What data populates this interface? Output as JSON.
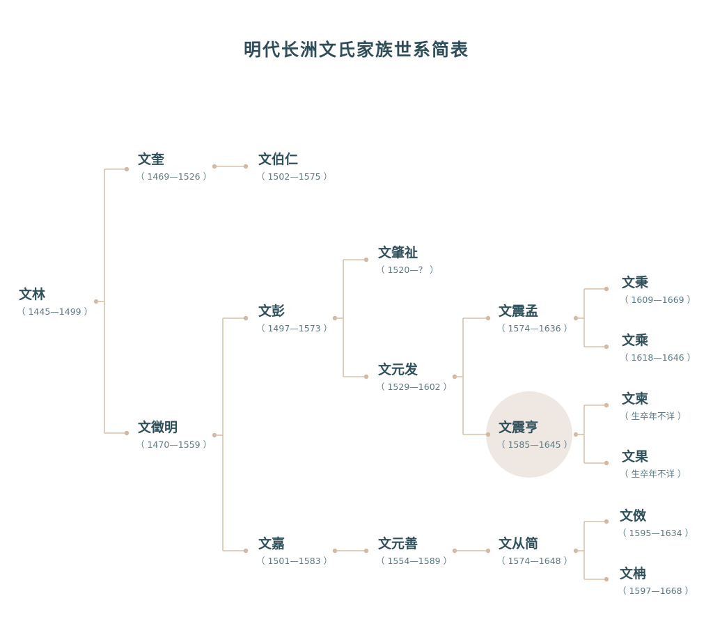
{
  "title": "明代长洲文氏家族世系简表",
  "colors": {
    "line": "#d8c1ab",
    "dot": "#d2b9a3",
    "highlight": "#efe8e2",
    "name": "#2f4f5a",
    "dates": "#5b7884"
  },
  "nodes": [
    {
      "id": "wenlin",
      "name": "文林",
      "dates": "（ 1445—1499 ）"
    },
    {
      "id": "wenkui",
      "name": "文奎",
      "dates": "（ 1469—1526 ）"
    },
    {
      "id": "wenboren",
      "name": "文伯仁",
      "dates": "（ 1502—1575 ）"
    },
    {
      "id": "wenzhengming",
      "name": "文徵明",
      "dates": "（ 1470—1559 ）"
    },
    {
      "id": "wenpeng",
      "name": "文彭",
      "dates": "（ 1497—1573 ）"
    },
    {
      "id": "wenjia",
      "name": "文嘉",
      "dates": "（ 1501—1583 ）"
    },
    {
      "id": "wenzhaozhi",
      "name": "文肇祉",
      "dates": "（ 1520—？ ）"
    },
    {
      "id": "wenyuanfa",
      "name": "文元发",
      "dates": "（ 1529—1602 ）"
    },
    {
      "id": "wenyuanshan",
      "name": "文元善",
      "dates": "（ 1554—1589 ）"
    },
    {
      "id": "wenzhenmeng",
      "name": "文震孟",
      "dates": "（ 1574—1636 ）"
    },
    {
      "id": "wenzhenheng",
      "name": "文震亨",
      "dates": "（ 1585—1645 ）",
      "highlighted": true
    },
    {
      "id": "wencongjian",
      "name": "文从简",
      "dates": "（ 1574—1648 ）"
    },
    {
      "id": "wenbing",
      "name": "文秉",
      "dates": "（ 1609—1669 ）"
    },
    {
      "id": "wencheng",
      "name": "文乘",
      "dates": "（ 1618—1646 ）"
    },
    {
      "id": "wenjian",
      "name": "文柬",
      "dates": "（ 生卒年不详 ）"
    },
    {
      "id": "wenguo",
      "name": "文果",
      "dates": "（ 生卒年不详 ）"
    },
    {
      "id": "wenxiao",
      "name": "文傚",
      "dates": "（ 1595—1634 ）"
    },
    {
      "id": "wennan",
      "name": "文柟",
      "dates": "（ 1597—1668 ）"
    }
  ],
  "edges": [
    [
      "wenlin",
      "wenkui"
    ],
    [
      "wenlin",
      "wenzhengming"
    ],
    [
      "wenkui",
      "wenboren"
    ],
    [
      "wenzhengming",
      "wenpeng"
    ],
    [
      "wenzhengming",
      "wenjia"
    ],
    [
      "wenpeng",
      "wenzhaozhi"
    ],
    [
      "wenpeng",
      "wenyuanfa"
    ],
    [
      "wenjia",
      "wenyuanshan"
    ],
    [
      "wenyuanfa",
      "wenzhenmeng"
    ],
    [
      "wenyuanfa",
      "wenzhenheng"
    ],
    [
      "wenyuanshan",
      "wencongjian"
    ],
    [
      "wenzhenmeng",
      "wenbing"
    ],
    [
      "wenzhenmeng",
      "wencheng"
    ],
    [
      "wenzhenheng",
      "wenjian"
    ],
    [
      "wenzhenheng",
      "wenguo"
    ],
    [
      "wencongjian",
      "wenxiao"
    ],
    [
      "wencongjian",
      "wennan"
    ]
  ]
}
